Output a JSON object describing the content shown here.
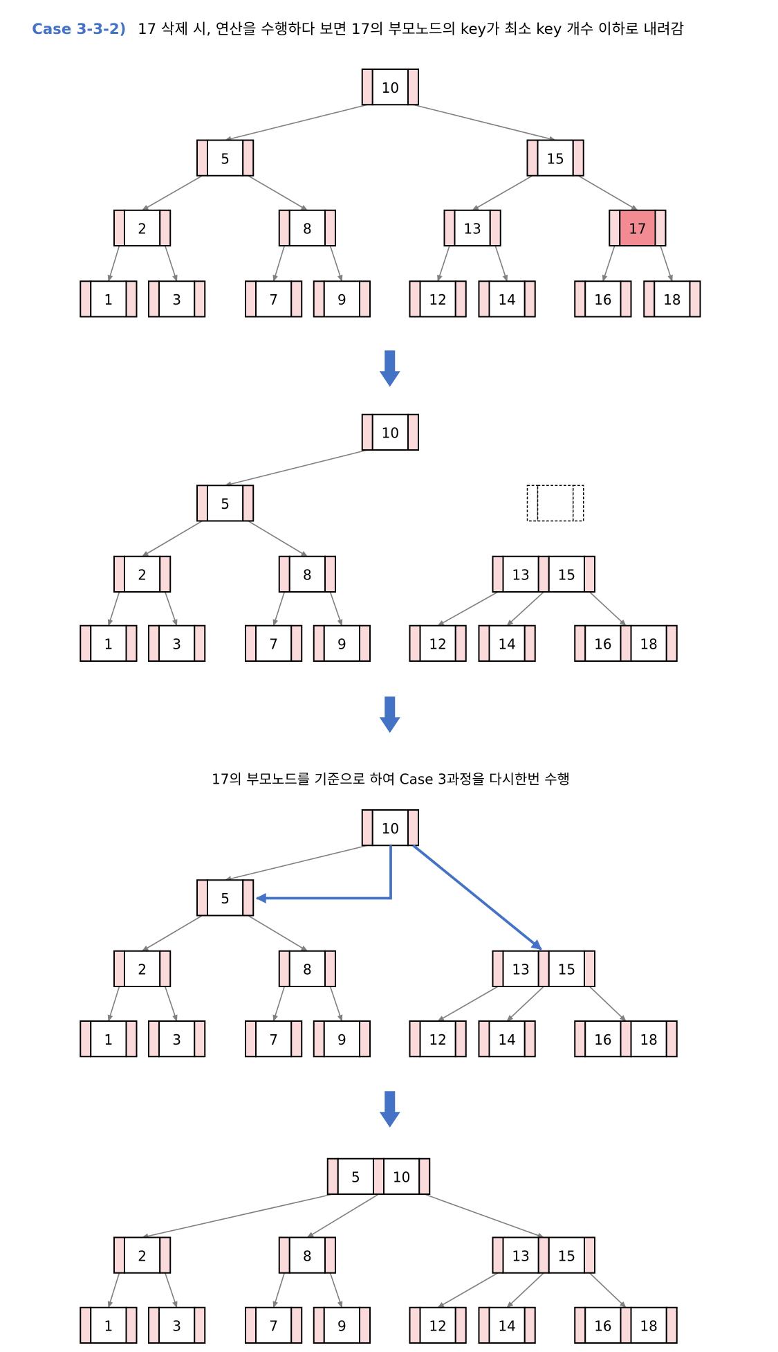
{
  "title": {
    "case_label": "Case 3-3-2)",
    "text": "17 삭제 시, 연산을 수행하다 보면 17의 부모노드의 key가 최소 key 개수 이하로 내려감"
  },
  "step_caption": "17의 부모노드를 기준으로 하여 Case 3과정을 다시한번 수행",
  "colors": {
    "accent": "#4472c4",
    "pointer_fill": "#fbdadc",
    "highlight_fill": "#f28b92",
    "edge": "#808080"
  },
  "diagrams": [
    {
      "nodes": [
        {
          "keys": [
            "10"
          ]
        },
        {
          "keys": [
            "5"
          ]
        },
        {
          "keys": [
            "15"
          ]
        },
        {
          "keys": [
            "2"
          ]
        },
        {
          "keys": [
            "8"
          ]
        },
        {
          "keys": [
            "13"
          ]
        },
        {
          "keys": [
            "17"
          ],
          "highlight": true
        },
        {
          "keys": [
            "1"
          ]
        },
        {
          "keys": [
            "3"
          ]
        },
        {
          "keys": [
            "7"
          ]
        },
        {
          "keys": [
            "9"
          ]
        },
        {
          "keys": [
            "12"
          ]
        },
        {
          "keys": [
            "14"
          ]
        },
        {
          "keys": [
            "16"
          ]
        },
        {
          "keys": [
            "18"
          ]
        }
      ]
    },
    {
      "nodes": [
        {
          "keys": [
            "10"
          ]
        },
        {
          "keys": [
            "5"
          ]
        },
        {
          "keys": [
            ""
          ],
          "empty": true
        },
        {
          "keys": [
            "2"
          ]
        },
        {
          "keys": [
            "8"
          ]
        },
        {
          "keys": [
            "13",
            "15"
          ]
        },
        {
          "keys": [
            "1"
          ]
        },
        {
          "keys": [
            "3"
          ]
        },
        {
          "keys": [
            "7"
          ]
        },
        {
          "keys": [
            "9"
          ]
        },
        {
          "keys": [
            "12"
          ]
        },
        {
          "keys": [
            "14"
          ]
        },
        {
          "keys": [
            "16",
            "18"
          ]
        }
      ]
    },
    {
      "nodes": [
        {
          "keys": [
            "10"
          ]
        },
        {
          "keys": [
            "5"
          ]
        },
        {
          "keys": [
            "2"
          ]
        },
        {
          "keys": [
            "8"
          ]
        },
        {
          "keys": [
            "13",
            "15"
          ]
        },
        {
          "keys": [
            "1"
          ]
        },
        {
          "keys": [
            "3"
          ]
        },
        {
          "keys": [
            "7"
          ]
        },
        {
          "keys": [
            "9"
          ]
        },
        {
          "keys": [
            "12"
          ]
        },
        {
          "keys": [
            "14"
          ]
        },
        {
          "keys": [
            "16",
            "18"
          ]
        }
      ]
    },
    {
      "nodes": [
        {
          "keys": [
            "5",
            "10"
          ]
        },
        {
          "keys": [
            "2"
          ]
        },
        {
          "keys": [
            "8"
          ]
        },
        {
          "keys": [
            "13",
            "15"
          ]
        },
        {
          "keys": [
            "1"
          ]
        },
        {
          "keys": [
            "3"
          ]
        },
        {
          "keys": [
            "7"
          ]
        },
        {
          "keys": [
            "9"
          ]
        },
        {
          "keys": [
            "12"
          ]
        },
        {
          "keys": [
            "14"
          ]
        },
        {
          "keys": [
            "16",
            "18"
          ]
        }
      ]
    }
  ]
}
